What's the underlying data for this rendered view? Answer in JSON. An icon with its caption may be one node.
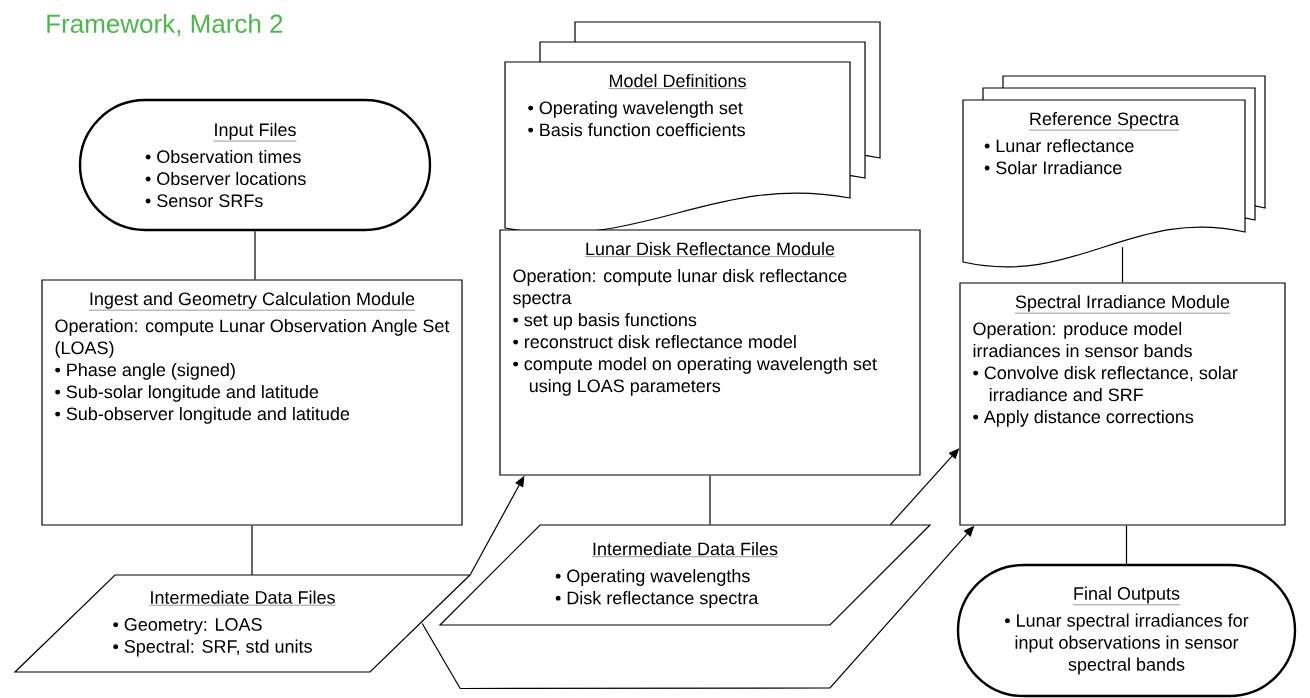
{
  "diagram": {
    "title": "Framework,  March 2",
    "nodes": [
      {
        "text": [
          "Input Files",
          "• Observation times",
          "• Observer locations",
          "• Sensor SRFs"
        ]
      },
      {
        "text": [
          "Model Definitions",
          "• Operating wavelength set",
          "• Basis function coefficients"
        ]
      },
      {
        "text": [
          "Reference Spectra",
          "• Lunar reflectance",
          "• Solar Irradiance"
        ]
      },
      {
        "text": [
          "Lunar Disk Reflectance Module",
          "Operation:  compute lunar disk reflectance spectra",
          "• set up basis functions",
          "• reconstruct disk reflectance model",
          "• compute model on operating wavelength set using LOAS parameters"
        ]
      },
      {
        "text": [
          "Ingest and Geometry Calculation Module",
          "Operation:  compute Lunar Observation Angle Set (LOAS)",
          "• Phase angle (signed)",
          "• Sub-solar longitude and latitude",
          "• Sub-observer longitude and latitude"
        ]
      },
      {
        "text": [
          "Spectral Irradiance Module",
          "Operation:  produce model irradiances in sensor bands",
          "• Convolve disk reflectance, solar irradiance and SRF",
          "• Apply distance corrections"
        ]
      },
      {
        "text": [
          "Intermediate Data Files",
          "• Operating wavelengths",
          "• Disk reflectance spectra"
        ]
      },
      {
        "text": [
          "Intermediate Data Files",
          "• Geometry:  LOAS",
          "• Spectral: SRF, std units"
        ]
      },
      {
        "text": [
          "Final Outputs",
          "• Lunar spectral irradiances for input observations in sensor spectral bands"
        ]
      }
    ],
    "edges": [
      {
        "from": 0,
        "to": 4,
        "arrow": "none"
      },
      {
        "from": 4,
        "to": 7,
        "arrow": "none"
      },
      {
        "from": 7,
        "to": 3,
        "arrow": "to"
      },
      {
        "from": 3,
        "to": 6,
        "arrow": "none"
      },
      {
        "from": 6,
        "to": 5,
        "arrow": "to"
      },
      {
        "from": 7,
        "to": 5,
        "arrow": "to"
      },
      {
        "from": 2,
        "to": 5,
        "arrow": "none"
      },
      {
        "from": 5,
        "to": 8,
        "arrow": "none"
      }
    ]
  }
}
